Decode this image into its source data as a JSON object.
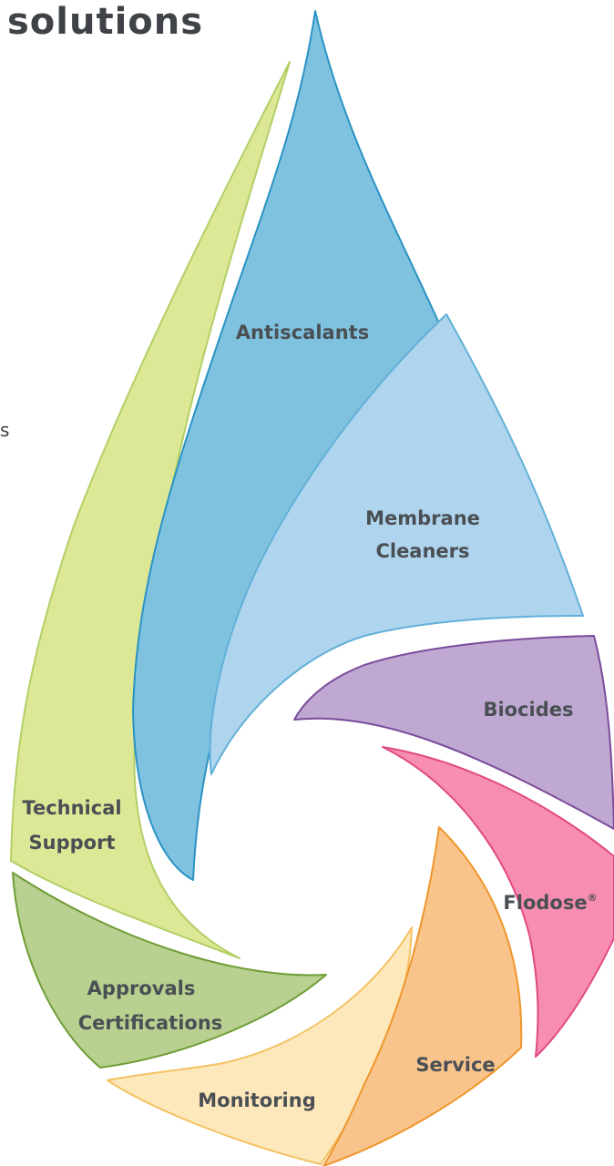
{
  "heading": "solutions",
  "stray_text": "s",
  "segments": {
    "technical_support": {
      "line1": "Technical",
      "line2": "Support",
      "fill": "#dde896",
      "stroke": "#b2cf66"
    },
    "antiscalants": {
      "label": "Antiscalants",
      "fill": "#7fc2df",
      "stroke": "#2a93c4"
    },
    "membrane_cleaners": {
      "line1": "Membrane",
      "line2": "Cleaners",
      "fill": "#afd5ee",
      "stroke": "#62b0d8"
    },
    "biocides": {
      "label": "Biocides",
      "fill": "#bfa8d1",
      "stroke": "#7a4c9b"
    },
    "flodose": {
      "label": "Flodose",
      "mark": "®",
      "fill": "#f78db0",
      "stroke": "#e04a84"
    },
    "service": {
      "label": "Service",
      "fill": "#f9c48c",
      "stroke": "#ef962c"
    },
    "monitoring": {
      "label": "Monitoring",
      "fill": "#fde8bc",
      "stroke": "#f3c263"
    },
    "approvals": {
      "line1": "Approvals",
      "line2": "Certifications",
      "fill": "#b8d090",
      "stroke": "#6f9d36"
    }
  }
}
